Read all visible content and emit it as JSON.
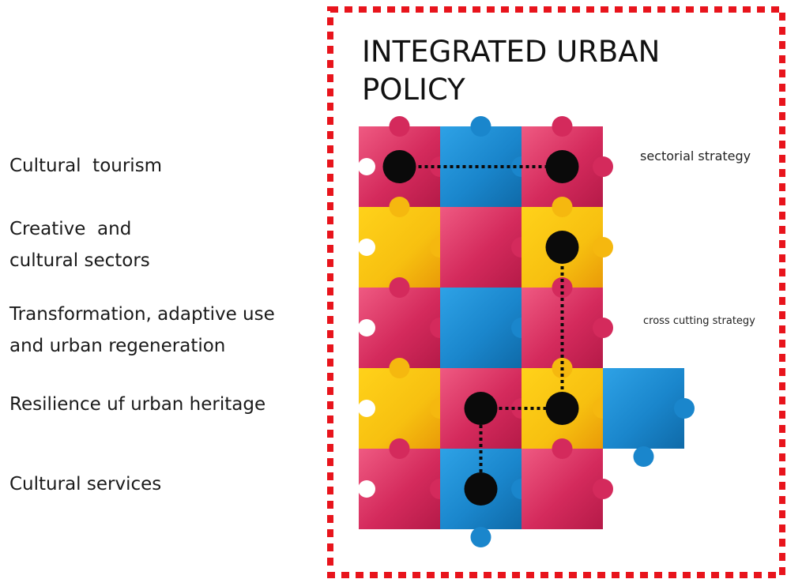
{
  "title_line1": "INTEGRATED URBAN",
  "title_line2": "POLICY",
  "rows": [
    {
      "line1": "Cultural  tourism",
      "line2": ""
    },
    {
      "line1": "Creative  and",
      "line2": "cultural sectors"
    },
    {
      "line1": "Transformation, adaptive use",
      "line2": "and urban regeneration"
    },
    {
      "line1": "Resilience uf urban heritage",
      "line2": ""
    },
    {
      "line1": "Cultural services",
      "line2": ""
    }
  ],
  "annotations": {
    "sectorial": "sectorial strategy",
    "cross_cutting": "cross cutting strategy"
  },
  "colors": {
    "frame": "#e8141c",
    "pink": "#d42a5c",
    "blue": "#1a86cc",
    "yellow": "#f5b80f",
    "node": "#0a0a0a"
  },
  "grid": [
    [
      "pink",
      "blue",
      "pink"
    ],
    [
      "yellow",
      "pink",
      "yellow"
    ],
    [
      "pink",
      "blue",
      "pink"
    ],
    [
      "yellow",
      "pink",
      "yellow",
      "blue"
    ],
    [
      "pink",
      "blue",
      "pink"
    ]
  ],
  "nodes": [
    [
      0,
      0
    ],
    [
      0,
      2
    ],
    [
      1,
      2
    ],
    [
      3,
      2
    ],
    [
      3,
      1
    ],
    [
      4,
      1
    ]
  ],
  "paths": [
    [
      [
        0,
        0
      ],
      [
        0,
        2
      ]
    ],
    [
      [
        1,
        2
      ],
      [
        3,
        2
      ],
      [
        3,
        1
      ],
      [
        4,
        1
      ]
    ]
  ]
}
